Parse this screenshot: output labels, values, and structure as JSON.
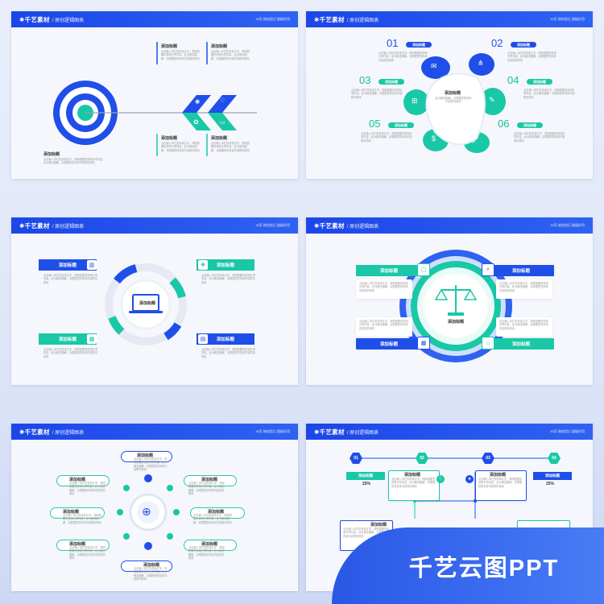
{
  "header": {
    "brand": "✱千艺素材",
    "subtitle": "/ 原创逻辑图表",
    "right_text": "30页 按创造记 超级好用"
  },
  "common": {
    "title": "添加标题",
    "desc_short": "点击输入本栏的具体文字，简明扼要的说明分项内容，此为概念图解，请根据您的具体内容酌情修改",
    "desc_main": "点击输入本栏的具体文字，简明扼要的说明分项内容\n此为概念图解，请根据您的具体内容酌情修改",
    "title_center_desc": "此为概念图解，请根据您的具体内容酌情修改"
  },
  "slide2": {
    "numbers": [
      "01",
      "02",
      "03",
      "04",
      "05",
      "06"
    ]
  },
  "slide6": {
    "steps": [
      "01",
      "02",
      "03",
      "04"
    ],
    "percent_1": "25%",
    "percent_2": "25%"
  },
  "banner": {
    "text": "千艺云图PPT"
  },
  "colors": {
    "blue": "#1f4fe8",
    "green": "#19c8a6",
    "banner": "#2a58e6"
  }
}
